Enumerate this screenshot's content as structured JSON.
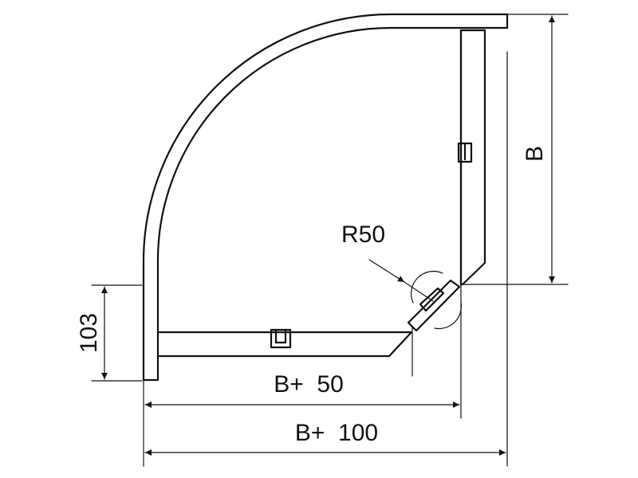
{
  "dimensions": {
    "height_b": "B",
    "radius": "R50",
    "width_b_plus_50": "B+  50",
    "width_b_plus_100": "B+  100",
    "side_height": "103"
  },
  "colors": {
    "line": "#111111",
    "background": "#ffffff"
  }
}
